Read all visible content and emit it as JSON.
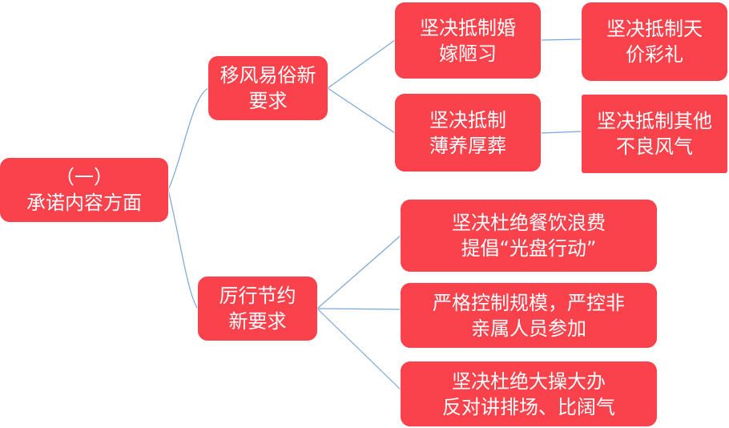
{
  "root": {
    "line1": "（一）",
    "line2": "承诺内容方面"
  },
  "branch_customs": {
    "line1": "移风易俗新",
    "line2": "要求"
  },
  "branch_thrift": {
    "line1": "厉行节约",
    "line2": "新要求"
  },
  "customs_items": [
    {
      "line1": "坚决抵制婚",
      "line2": "嫁陋习"
    },
    {
      "line1": "坚决抵制",
      "line2": "薄养厚葬"
    }
  ],
  "customs_subitems": [
    {
      "line1": "坚决抵制天",
      "line2": "价彩礼"
    },
    {
      "line1": "坚决抵制其他",
      "line2": "不良风气"
    }
  ],
  "thrift_items": [
    {
      "line1": "坚决杜绝餐饮浪费",
      "line2": "提倡“光盘行动”"
    },
    {
      "line1": "严格控制规模，严控非",
      "line2": "亲属人员参加"
    },
    {
      "line1": "坚决杜绝大操大办",
      "line2": "反对讲排场、比阔气"
    }
  ],
  "colors": {
    "node_fill": "#f9424b",
    "connector": "#7aa6d8",
    "text": "#ffffff"
  }
}
